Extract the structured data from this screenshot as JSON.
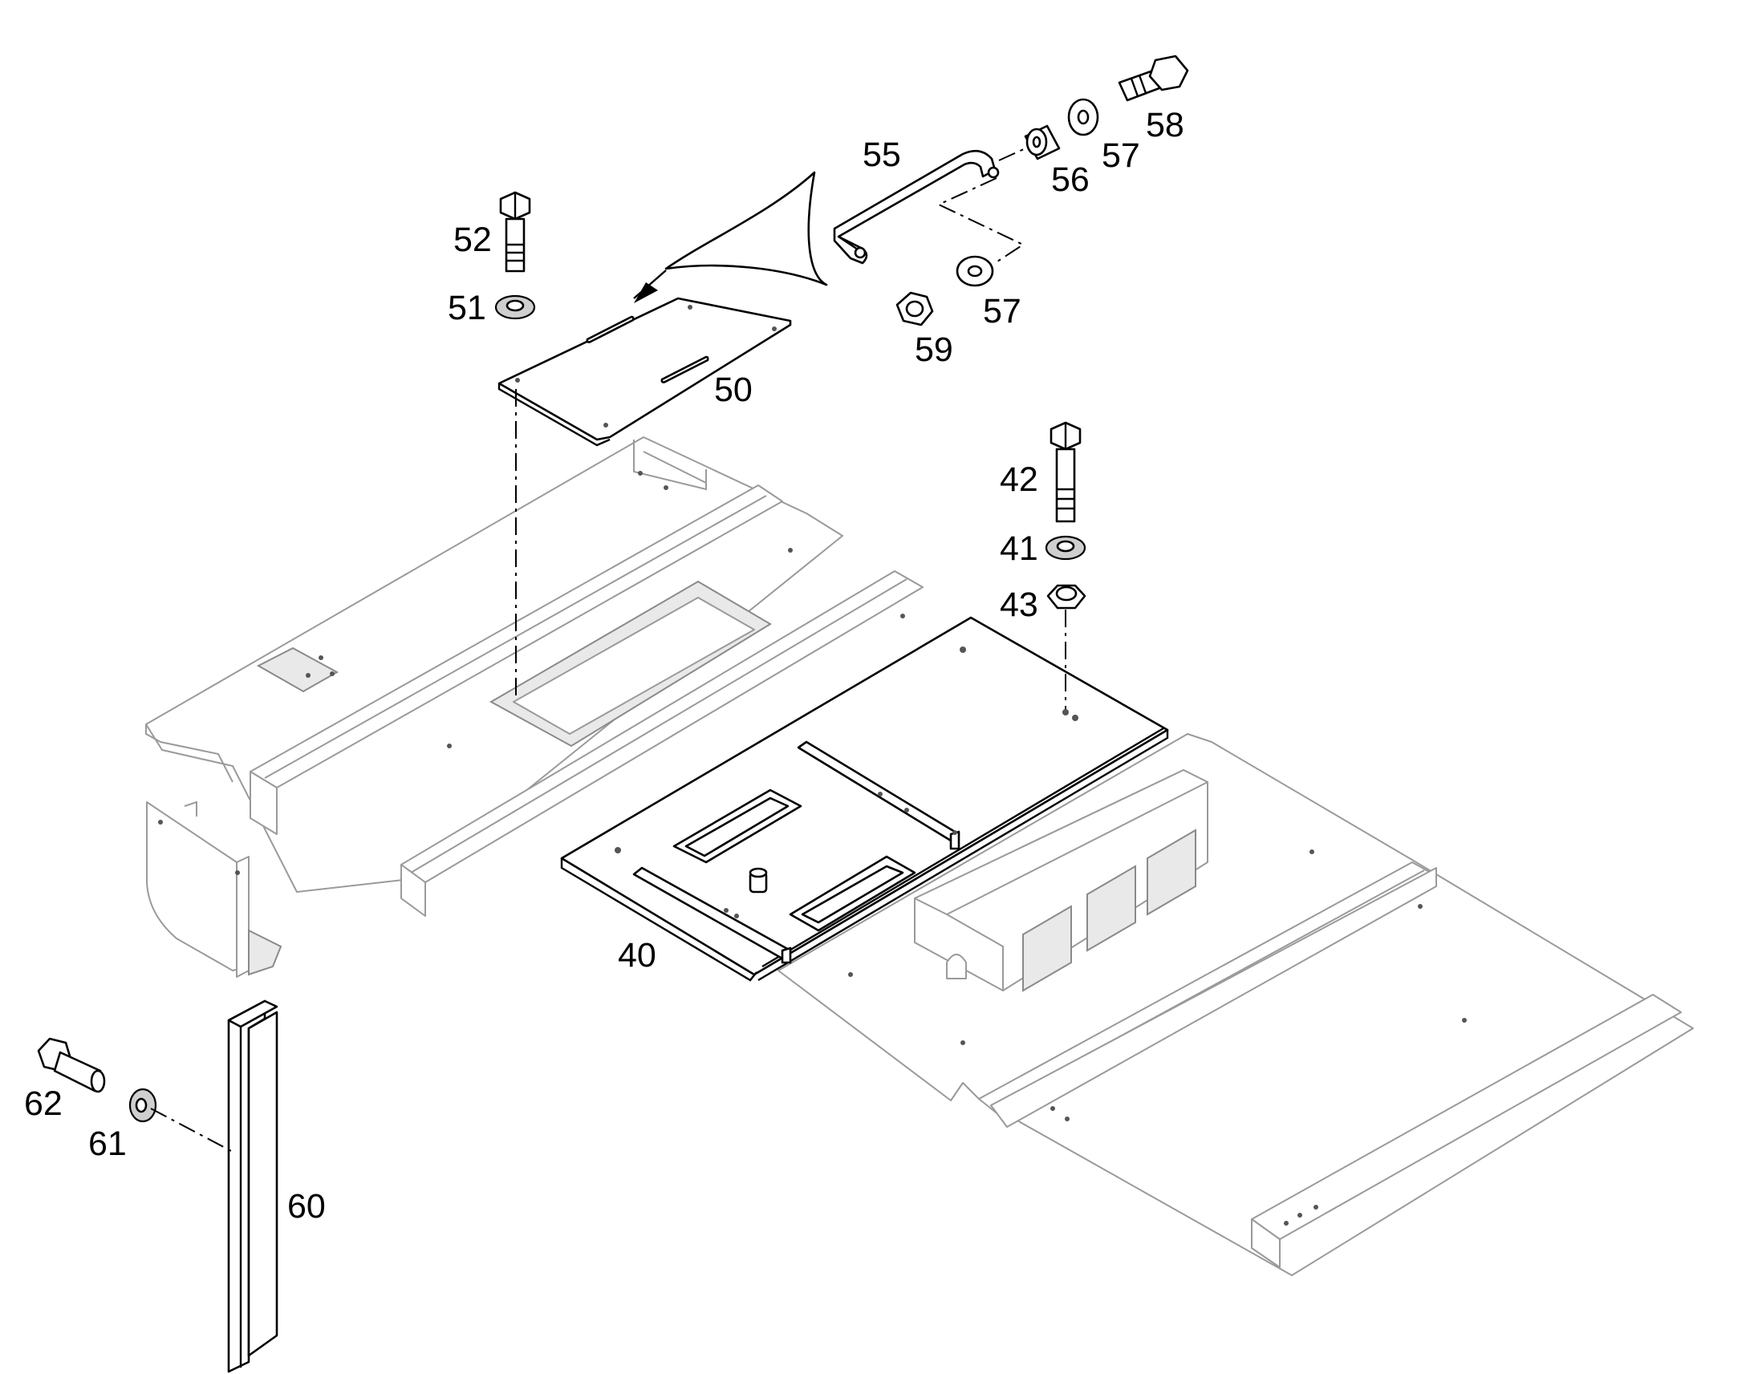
{
  "callouts": {
    "c40": "40",
    "c41": "41",
    "c42": "42",
    "c43": "43",
    "c50": "50",
    "c51": "51",
    "c52": "52",
    "c55": "55",
    "c56": "56",
    "c57a": "57",
    "c57b": "57",
    "c58": "58",
    "c59": "59",
    "c60": "60",
    "c61": "61",
    "c62": "62"
  }
}
